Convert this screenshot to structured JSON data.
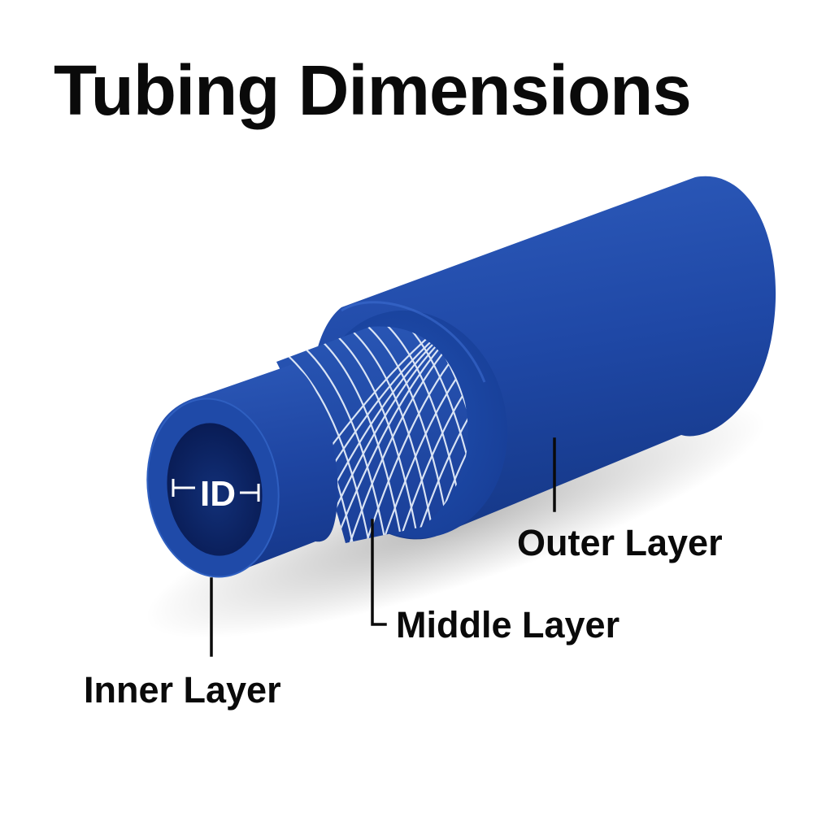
{
  "title": "Tubing Dimensions",
  "id_label": "ID",
  "labels": {
    "outer": "Outer Layer",
    "middle": "Middle Layer",
    "inner": "Inner Layer"
  },
  "colors": {
    "tube_blue": "#1b3f96",
    "tube_dark": "#122c72",
    "tube_light": "#2f5fc0",
    "bore": "#0b1f5c",
    "braid": "#dfe9f7",
    "text": "#0a0a0a"
  }
}
